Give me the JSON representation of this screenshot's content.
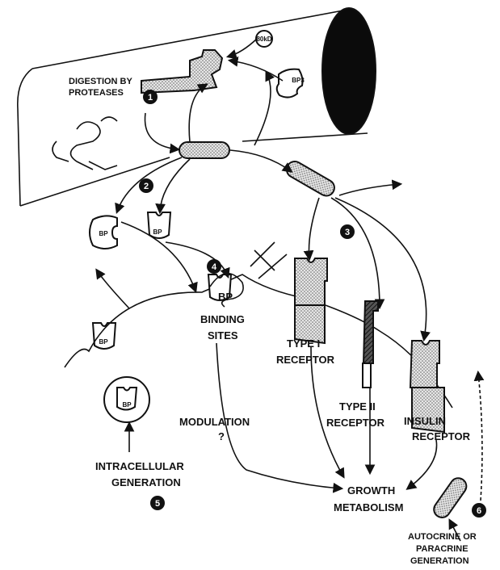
{
  "labels": {
    "digestion": [
      "DIGESTION BY",
      "PROTEASES"
    ],
    "bp3": "BP3",
    "small_bp": "BP",
    "bp_binding_sites": [
      "BP",
      "BINDING",
      "SITES"
    ],
    "type1_receptor": [
      "TYPE I",
      "RECEPTOR"
    ],
    "type2_receptor": [
      "TYPE II",
      "RECEPTOR"
    ],
    "insulin_receptor": [
      "INSULIN",
      "RECEPTOR"
    ],
    "modulation": [
      "MODULATION",
      "?"
    ],
    "intracellular": [
      "INTRACELLULAR",
      "GENERATION"
    ],
    "growth": [
      "GROWTH",
      "METABOLISM"
    ],
    "autocrine": [
      "AUTOCRINE OR",
      "PARACRINE",
      "GENERATION"
    ],
    "acid_labile": "80kD"
  },
  "markers": [
    "1",
    "2",
    "3",
    "4",
    "5",
    "6"
  ]
}
